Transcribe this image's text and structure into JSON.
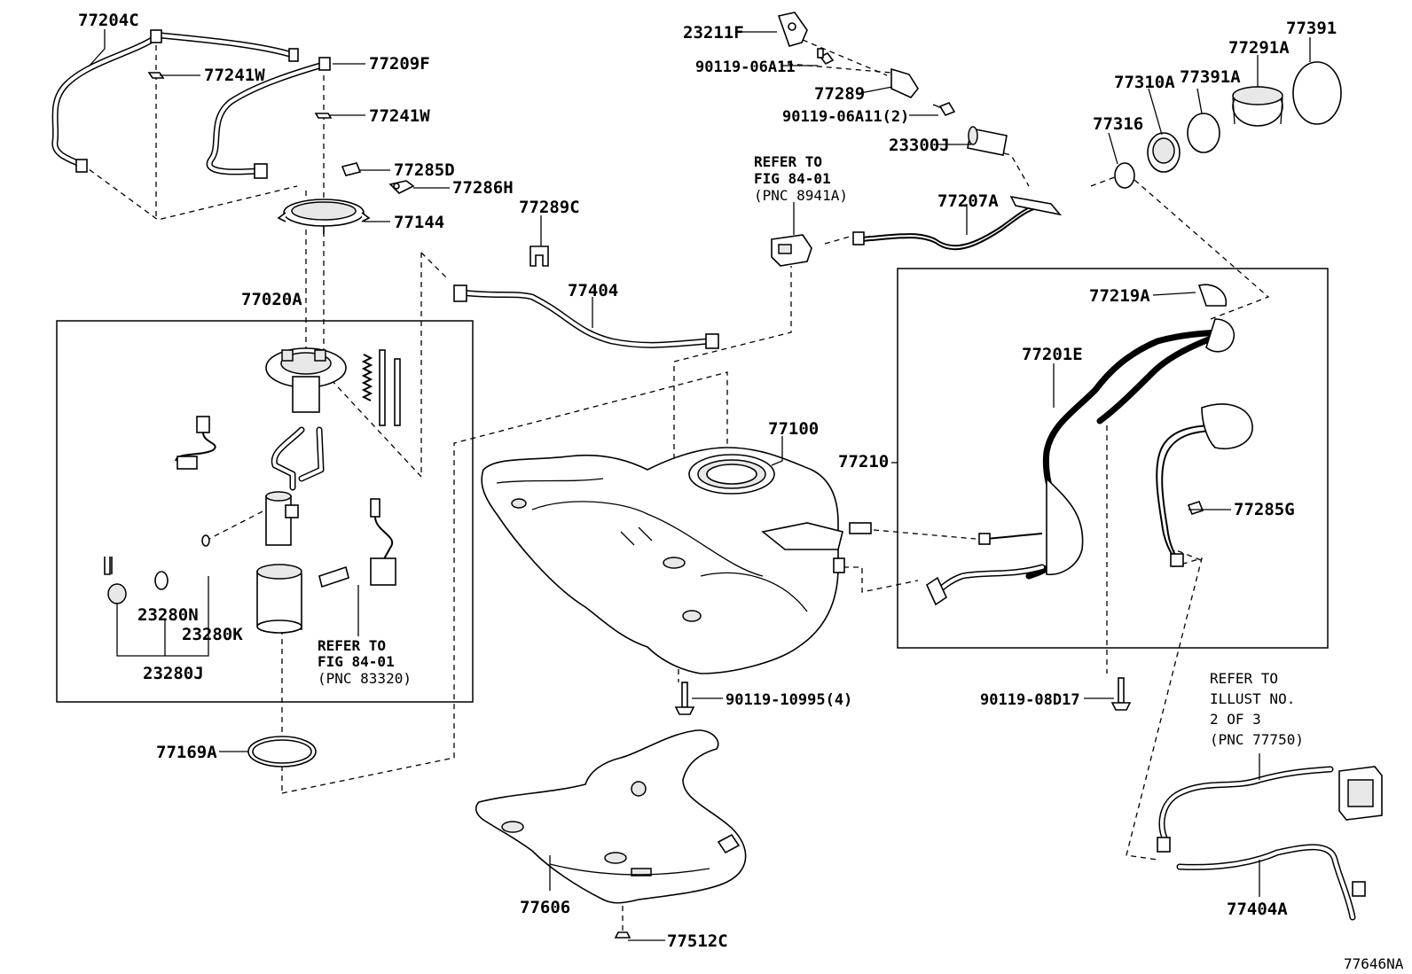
{
  "labels": {
    "p77204C": "77204C",
    "p77241W_a": "77241W",
    "p77209F": "77209F",
    "p77241W_b": "77241W",
    "p77285D": "77285D",
    "p77286H": "77286H",
    "p77144": "77144",
    "p77020A": "77020A",
    "p23280N": "23280N",
    "p23280K": "23280K",
    "p23280J": "23280J",
    "p77169A": "77169A",
    "p23211F": "23211F",
    "p90119_06A11": "90119-06A11",
    "p77289": "77289",
    "p90119_06A11_2": "90119-06A11(2)",
    "p23300J": "23300J",
    "p77207A": "77207A",
    "p77289C": "77289C",
    "p77404": "77404",
    "p77100": "77100",
    "p77210": "77210",
    "p90119_10995": "90119-10995(4)",
    "p77606": "77606",
    "p77512C": "77512C",
    "p77391": "77391",
    "p77291A": "77291A",
    "p77310A": "77310A",
    "p77391A": "77391A",
    "p77316": "77316",
    "p77219A": "77219A",
    "p77201E": "77201E",
    "p77285G": "77285G",
    "p90119_08D17": "90119-08D17",
    "p77404A": "77404A"
  },
  "refs": {
    "fig84_top": [
      "REFER TO",
      "FIG 84-01",
      "(PNC 8941A)"
    ],
    "fig84_pump": [
      "REFER TO",
      "FIG 84-01",
      "(PNC 83320)"
    ],
    "illust": [
      "REFER TO",
      "ILLUST NO.",
      "2 OF 3",
      "(PNC 77750)"
    ]
  },
  "diagram_code": "77646NA"
}
